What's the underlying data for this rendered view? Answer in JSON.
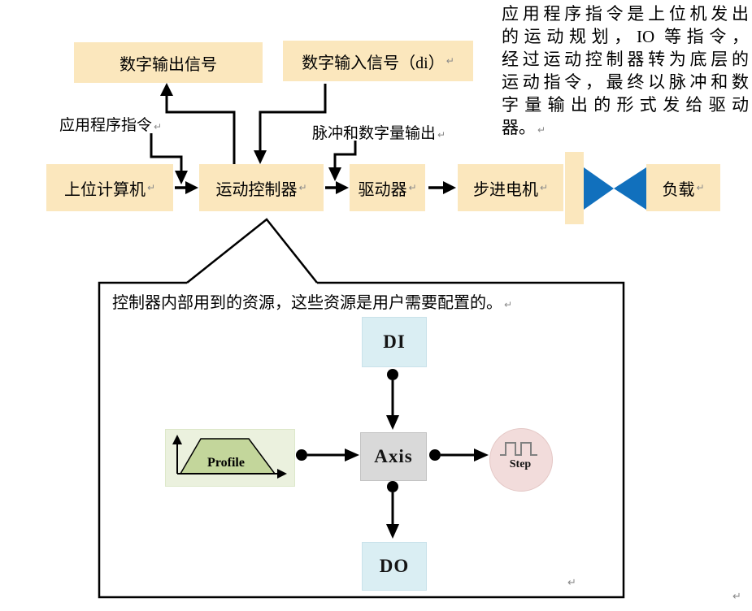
{
  "colors": {
    "box_yellow": "#FBE7BD",
    "coupling_blue": "#1170BD",
    "io_blue": "#DAEEF3",
    "axis_gray": "#D9D9D9",
    "profile_green_bg": "#EBF1DE",
    "profile_trapezoid": "#C3D69B",
    "step_pink": "#F2DCDB",
    "pulse_gray": "#808080",
    "line_black": "#000000"
  },
  "flow": {
    "digital_output": "数字输出信号",
    "digital_input": "数字输入信号（di）",
    "app_cmd_label": "应用程序指令",
    "pulse_out_label": "脉冲和数字量输出",
    "host": "上位计算机",
    "controller": "运动控制器",
    "driver": "驱动器",
    "stepper": "步进电机",
    "load": "负载"
  },
  "annotation": {
    "lines": [
      "应用程序指令是上位机发出",
      "的运动规划，IO 等指令，",
      "经过运动控制器转为底层的",
      "运动指令，最终以脉冲和数",
      "字量输出的形式发给驱动",
      "器。"
    ]
  },
  "resources": {
    "caption": "控制器内部用到的资源，这些资源是用户需要配置的。",
    "di": "DI",
    "axis": "Axis",
    "do": "DO",
    "profile": "Profile",
    "step": "Step"
  },
  "marks": {
    "paragraph_mark": "↵"
  }
}
